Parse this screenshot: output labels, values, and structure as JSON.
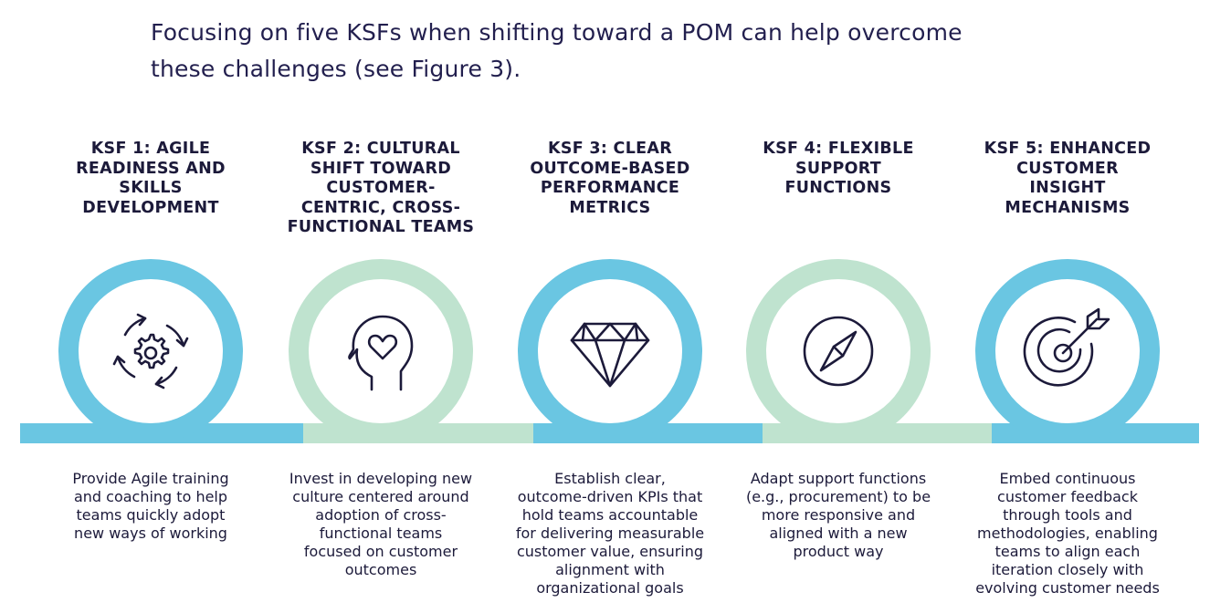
{
  "intro": {
    "line1": "Focusing on five KSFs when shifting toward a POM can help overcome",
    "line2": "these challenges (see Figure 3)."
  },
  "colors": {
    "blue": "#6ac6e2",
    "green": "#bfe3cf",
    "text": "#1c1a3a",
    "icon": "#1c1a3a"
  },
  "ksfs": [
    {
      "title_lines": [
        "KSF 1: AGILE",
        "READINESS AND",
        "SKILLS",
        "DEVELOPMENT"
      ],
      "icon": "agile-cycle-gear-icon",
      "ring_color": "blue",
      "desc_lines": [
        "Provide Agile training",
        "and coaching to help",
        "teams quickly adopt",
        "new ways of working"
      ]
    },
    {
      "title_lines": [
        "KSF 2: CULTURAL",
        "SHIFT TOWARD",
        "CUSTOMER-",
        "CENTRIC, CROSS-",
        "FUNCTIONAL TEAMS"
      ],
      "icon": "head-heart-icon",
      "ring_color": "green",
      "desc_lines": [
        "Invest in developing new",
        "culture centered around",
        "adoption of cross-",
        "functional teams",
        "focused on customer",
        "outcomes"
      ]
    },
    {
      "title_lines": [
        "KSF 3: CLEAR",
        "OUTCOME-BASED",
        "PERFORMANCE",
        "METRICS"
      ],
      "icon": "diamond-icon",
      "ring_color": "blue",
      "desc_lines": [
        "Establish clear,",
        "outcome-driven KPIs that",
        "hold teams accountable",
        "for delivering measurable",
        "customer value, ensuring",
        "alignment with",
        "organizational goals"
      ]
    },
    {
      "title_lines": [
        "KSF 4: FLEXIBLE",
        "SUPPORT",
        "FUNCTIONS"
      ],
      "icon": "compass-icon",
      "ring_color": "green",
      "desc_lines": [
        "Adapt support functions",
        "(e.g., procurement) to be",
        "more responsive and",
        "aligned with a new",
        "product way"
      ]
    },
    {
      "title_lines": [
        "KSF 5: ENHANCED",
        "CUSTOMER",
        "INSIGHT",
        "MECHANISMS"
      ],
      "icon": "target-arrow-icon",
      "ring_color": "blue",
      "desc_lines": [
        "Embed continuous",
        "customer feedback",
        "through tools and",
        "methodologies, enabling",
        "teams to align each",
        "iteration closely with",
        "evolving customer needs"
      ]
    }
  ]
}
